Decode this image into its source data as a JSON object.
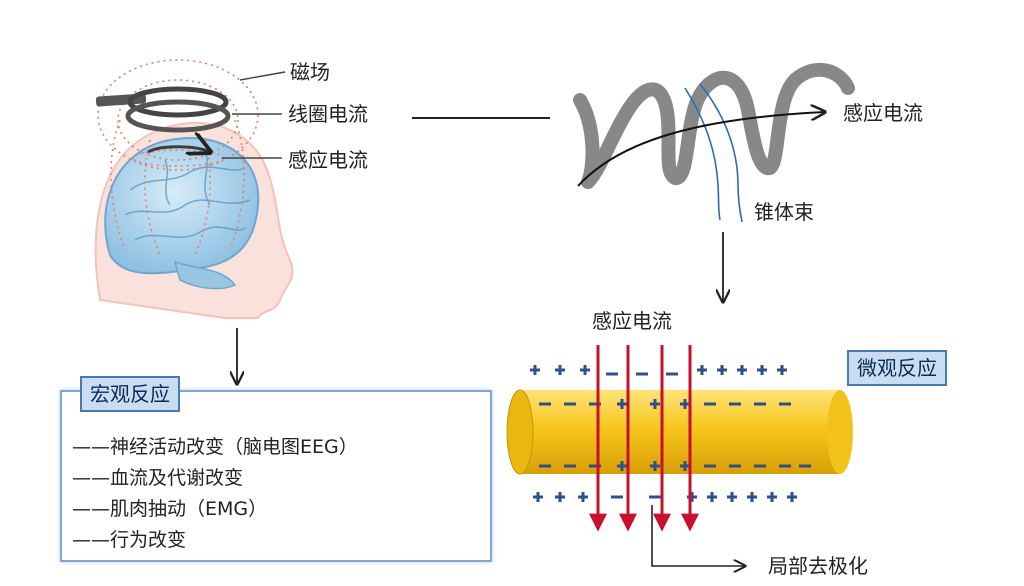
{
  "head": {
    "magnetic_field": "磁场",
    "coil_current": "线圈电流",
    "induced_current": "感应电流"
  },
  "cortex": {
    "induced_current": "感应电流",
    "pyramidal_tract": "锥体束"
  },
  "axon": {
    "induced_current": "感应电流",
    "micro_title": "微观反应",
    "depolarization": "局部去极化"
  },
  "macro": {
    "title": "宏观反应",
    "items": [
      "——神经活动改变（脑电图EEG）",
      "——血流及代谢改变",
      "——肌肉抽动（EMG）",
      "——行为改变"
    ]
  },
  "colors": {
    "axon_fill": "#f6c61c",
    "arrow_red": "#c8102e",
    "charge_blue": "#2f4f8c",
    "box_border": "#7ea6d4",
    "tag_bg": "#c9dcf2"
  },
  "icons": [
    "brain-head-illustration",
    "tms-coil-icon",
    "cortex-fold-icon",
    "nerve-fiber-icon"
  ]
}
